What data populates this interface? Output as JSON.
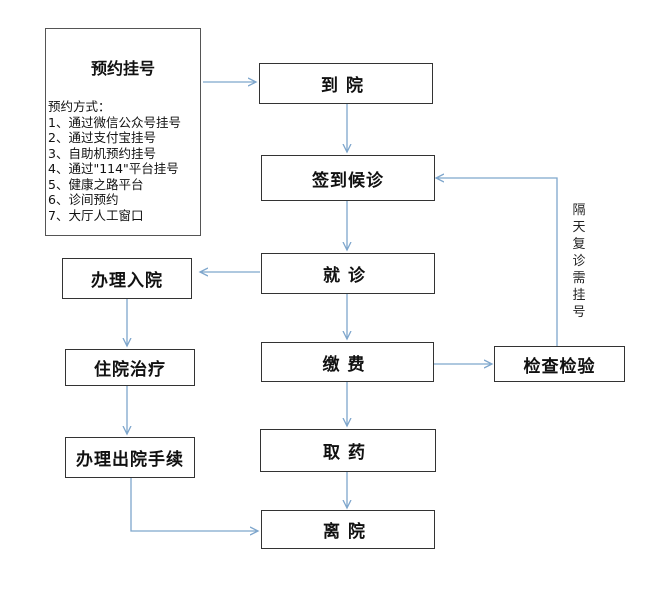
{
  "appointment_note": {
    "title": "预约挂号",
    "methods_heading": "预约方式：",
    "methods": [
      "1、通过微信公众号挂号",
      "2、通过支付宝挂号",
      "3、自助机预约挂号",
      "4、通过\"114\"平台挂号",
      "5、健康之路平台",
      "6、诊间预约",
      "7、大厅人工窗口"
    ]
  },
  "steps": {
    "arrive": "到院",
    "check_in_wait": "签到候诊",
    "consult": "就诊",
    "pay": "缴费",
    "get_medicine": "取药",
    "leave": "离院",
    "admission": "办理入院",
    "inpatient": "住院治疗",
    "discharge": "办理出院手续",
    "exam": "检查检验"
  },
  "revisit_note": "隔天复诊需挂号",
  "colors": {
    "arrow": "#7ea6cc",
    "border": "#333333"
  }
}
